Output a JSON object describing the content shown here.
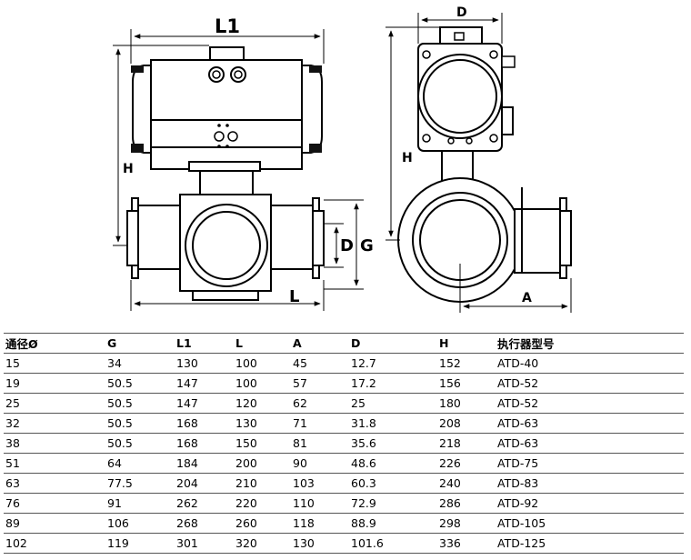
{
  "drawing": {
    "front_labels": {
      "l1": "L1",
      "h": "H",
      "d": "D",
      "g": "G",
      "l": "L"
    },
    "side_labels": {
      "d": "D",
      "h": "H",
      "a": "A"
    }
  },
  "table": {
    "headers": [
      "通径Ø",
      "G",
      "L1",
      "L",
      "A",
      "D",
      "H",
      "执行器型号"
    ],
    "rows": [
      [
        "15",
        "34",
        "130",
        "100",
        "45",
        "12.7",
        "152",
        "ATD-40"
      ],
      [
        "19",
        "50.5",
        "147",
        "100",
        "57",
        "17.2",
        "156",
        "ATD-52"
      ],
      [
        "25",
        "50.5",
        "147",
        "120",
        "62",
        "25",
        "180",
        "ATD-52"
      ],
      [
        "32",
        "50.5",
        "168",
        "130",
        "71",
        "31.8",
        "208",
        "ATD-63"
      ],
      [
        "38",
        "50.5",
        "168",
        "150",
        "81",
        "35.6",
        "218",
        "ATD-63"
      ],
      [
        "51",
        "64",
        "184",
        "200",
        "90",
        "48.6",
        "226",
        "ATD-75"
      ],
      [
        "63",
        "77.5",
        "204",
        "210",
        "103",
        "60.3",
        "240",
        "ATD-83"
      ],
      [
        "76",
        "91",
        "262",
        "220",
        "110",
        "72.9",
        "286",
        "ATD-92"
      ],
      [
        "89",
        "106",
        "268",
        "260",
        "118",
        "88.9",
        "298",
        "ATD-105"
      ],
      [
        "102",
        "119",
        "301",
        "320",
        "130",
        "101.6",
        "336",
        "ATD-125"
      ]
    ]
  }
}
